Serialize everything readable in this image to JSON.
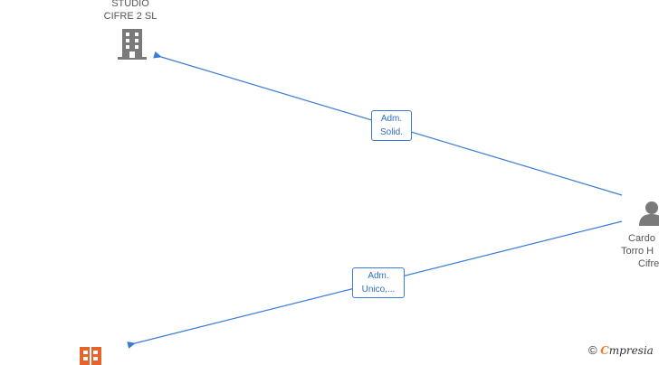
{
  "nodes": {
    "company_top": {
      "name_line1": "STUDIO",
      "name_line2": "CIFRE 2  SL",
      "icon": "building-icon",
      "color": "#7a7a7a"
    },
    "company_bottom": {
      "icon": "building-icon",
      "color": "#e8622c"
    },
    "person": {
      "name_line1": "Cardo",
      "name_line2": "Torro H",
      "name_line3": "Cifre",
      "icon": "person-icon",
      "color": "#7a7a7a"
    }
  },
  "edges": [
    {
      "from": "person",
      "to": "company_top",
      "label_line1": "Adm.",
      "label_line2": "Solid."
    },
    {
      "from": "person",
      "to": "company_bottom",
      "label_line1": "Adm.",
      "label_line2": "Unico,..."
    }
  ],
  "colors": {
    "edge": "#3a7bd5",
    "accent": "#e8622c"
  },
  "watermark": {
    "copyright": "©",
    "brand_first": "C",
    "brand_rest": "mpresia"
  }
}
